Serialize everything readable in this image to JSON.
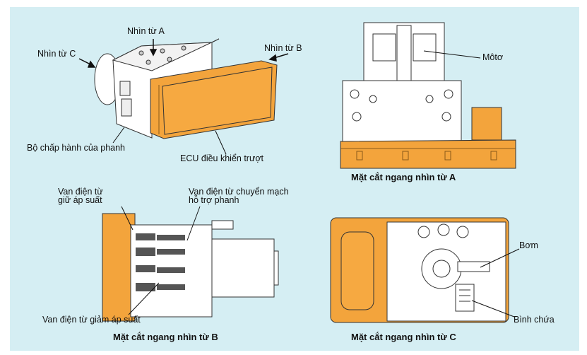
{
  "colors": {
    "background": "#d5eef3",
    "ecu_orange": "#f3a43c",
    "body_white": "#ffffff",
    "outline": "#333333"
  },
  "top_left": {
    "view_a": "Nhìn từ A",
    "view_b": "Nhìn từ B",
    "view_c": "Nhìn từ C",
    "actuator": "Bộ chấp hành của phanh",
    "ecu": "ECU điều khiển trượt"
  },
  "top_right": {
    "motor": "Môtơ",
    "caption": "Mặt cắt ngang nhìn từ A"
  },
  "bottom_left": {
    "hold_valve_line1": "Van điện từ",
    "hold_valve_line2": "giữ áp suất",
    "switch_valve_line1": "Van điện từ chuyển mạch",
    "switch_valve_line2": "hỗ trợ phanh",
    "reduce_valve": "Van điện từ giảm áp suất",
    "caption": "Mặt cắt ngang nhìn từ B"
  },
  "bottom_right": {
    "pump": "Bơm",
    "reservoir": "Bình chứa",
    "caption": "Mặt cắt ngang nhìn từ C"
  }
}
